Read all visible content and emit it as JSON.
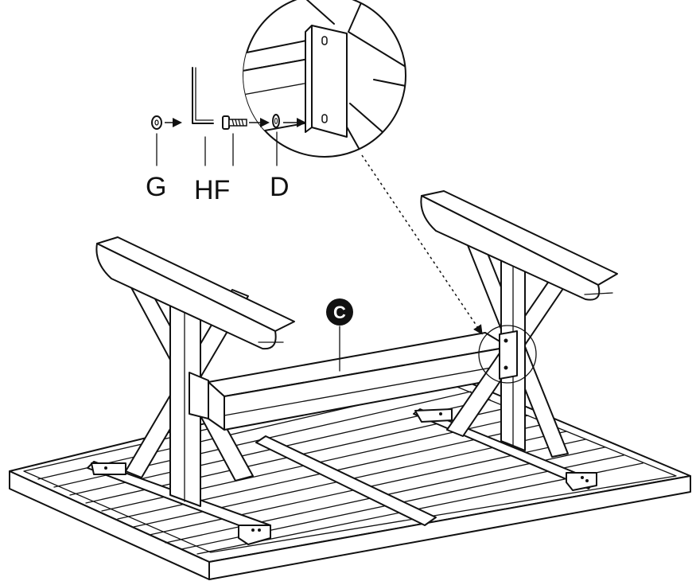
{
  "parts": {
    "g": "G",
    "hf": "HF",
    "d": "D",
    "c": "C"
  },
  "colors": {
    "line": "#111111",
    "background": "#ffffff"
  },
  "icons": {
    "washer_g": "flat-washer-icon",
    "hex_key": "allen-key-icon",
    "bolt": "hex-bolt-icon",
    "washer_d": "spring-washer-icon",
    "arrow": "arrow-right-icon"
  }
}
